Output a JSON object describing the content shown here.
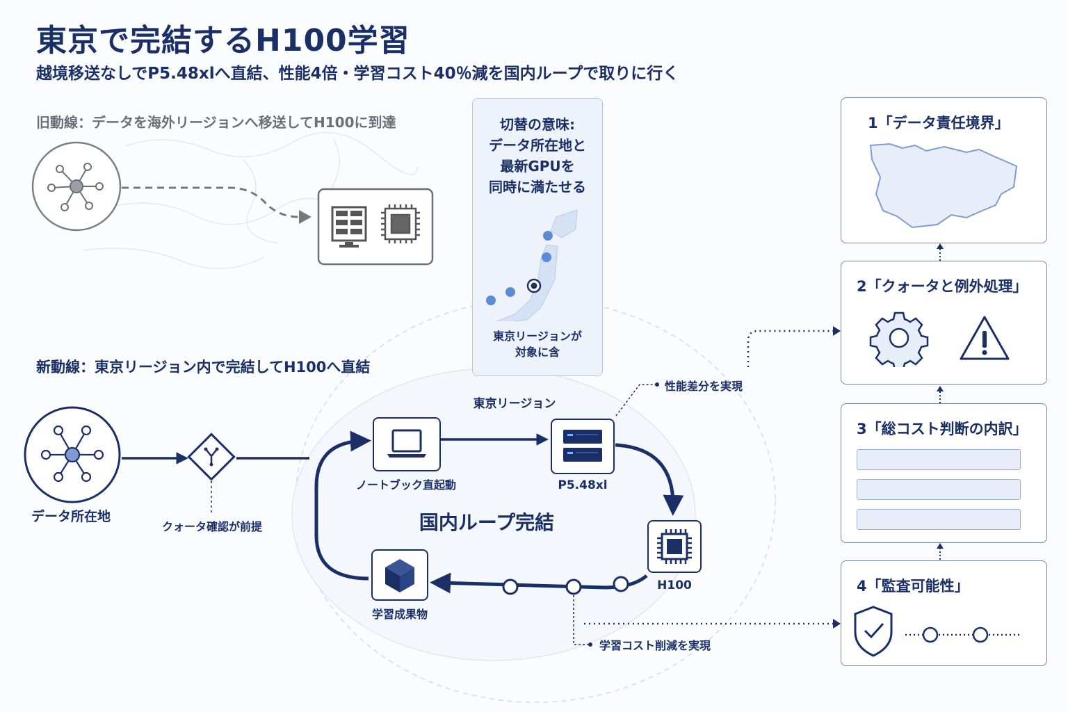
{
  "header": {
    "title": "東京で完結するH100学習",
    "subtitle": "越境移送なしでP5.48xlへ直結、性能4倍・学習コスト40％減を国内ループで取りに行く"
  },
  "old_flow": {
    "heading": "旧動線：データを海外リージョンへ移送してH100に到達"
  },
  "callout": {
    "lines": [
      "切替の意味:",
      "データ所在地と",
      "最新GPUを",
      "同時に満たせる"
    ],
    "sub_lines": [
      "東京リージョンが",
      "対象に含"
    ]
  },
  "new_flow": {
    "heading": "新動線：東京リージョン内で完結してH100へ直結",
    "data_location_label": "データ所在地",
    "quota_label": "クォータ確認が前提",
    "region_label": "東京リージョン",
    "loop_title": "国内ループ完結",
    "notebook_label": "ノートブック直起動",
    "p5_label": "P5.48xl",
    "h100_label": "H100",
    "artifact_label": "学習成果物",
    "perf_note": "性能差分を実現",
    "cost_note": "学習コスト削減を実現"
  },
  "steps": [
    {
      "title": "1「データ責任境界」"
    },
    {
      "title": "2「クォータと例外処理」"
    },
    {
      "title": "3「総コスト判断の内訳」"
    },
    {
      "title": "4「監査可能性」"
    }
  ],
  "colors": {
    "navy": "#1a2f66",
    "gray": "#6b6f78",
    "light_blue": "#e7eef9",
    "accent_blue": "#5b8ad6"
  }
}
